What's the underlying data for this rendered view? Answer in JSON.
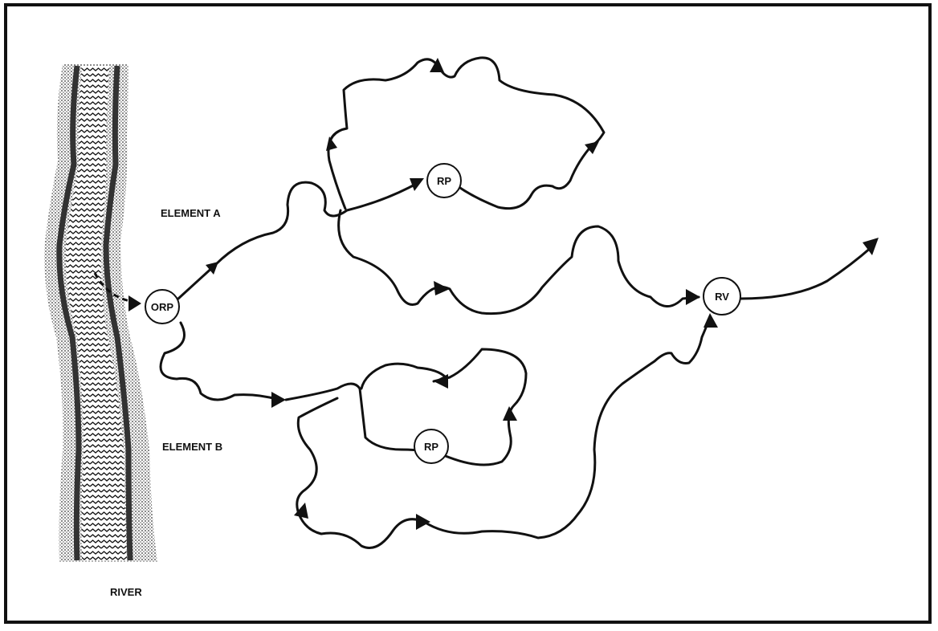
{
  "labels": {
    "element_a": "ELEMENT A",
    "element_b": "ELEMENT B",
    "river": "RIVER"
  },
  "nodes": {
    "orp": "ORP",
    "rp_top": "RP",
    "rp_bottom": "RP",
    "rv": "RV"
  },
  "colors": {
    "ink": "#111111",
    "river_shade": "#9a9a9a"
  }
}
